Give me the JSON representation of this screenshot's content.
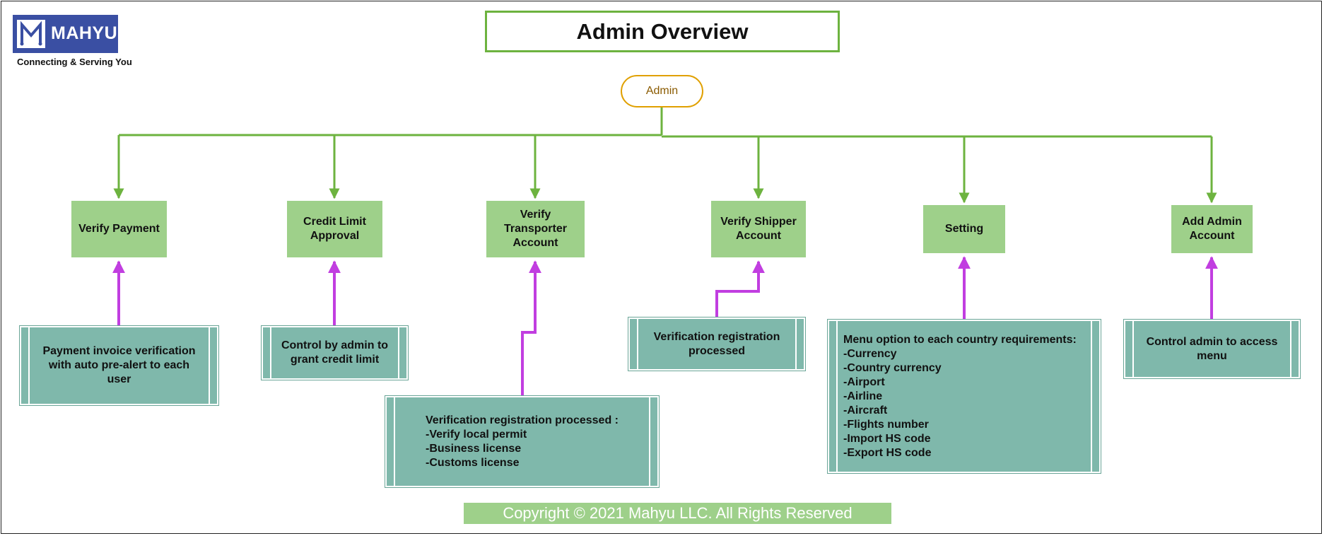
{
  "logo": {
    "name": "MAHYU",
    "tagline": "Connecting & Serving You"
  },
  "title": "Admin Overview",
  "root": {
    "label": "Admin"
  },
  "categories": [
    {
      "label": "Verify Payment",
      "description": "Payment invoice verification with auto pre-alert to each user"
    },
    {
      "label": "Credit Limit Approval",
      "description": "Control by admin to grant credit limit"
    },
    {
      "label": "Verify Transporter Account",
      "description": "Verification registration processed :\n   -Verify local permit\n   -Business license\n   -Customs license"
    },
    {
      "label": "Verify Shipper Account",
      "description": "Verification registration processed"
    },
    {
      "label": "Setting",
      "description": "Menu option to each country requirements:\n   -Currency\n   -Country currency\n   -Airport\n   -Airline\n   -Aircraft\n   -Flights number\n   -Import HS code\n   -Export HS code"
    },
    {
      "label": "Add Admin Account",
      "description": "Control admin to access menu"
    }
  ],
  "footer": {
    "copyright": "Copyright © 2021 Mahyu LLC. All Rights Reserved"
  },
  "colors": {
    "green_connector": "#6db33f",
    "purple_connector": "#c13ee0",
    "category_fill": "#9ed08a",
    "description_fill": "#7fb8ab",
    "admin_border": "#e0a000",
    "logo_blue": "#3a4fa3"
  }
}
